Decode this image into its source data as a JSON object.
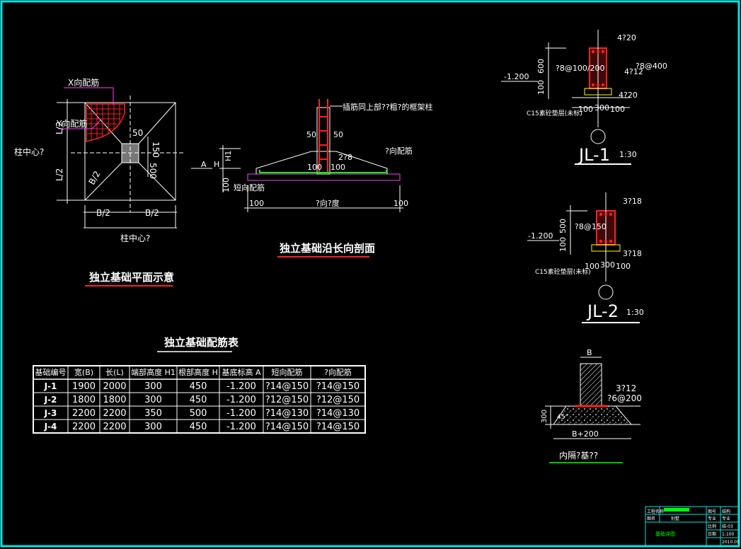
{
  "colors": {
    "frame": "#00e5e5",
    "line": "#ffffff",
    "rebar": "#ff2020",
    "magenta": "#ff40ff",
    "green": "#00ff00",
    "yellow": "#ffff00"
  },
  "plan": {
    "x_label": "X向配筋",
    "y_label": "Y向配筋",
    "col_center_left": "柱中心?",
    "col_center_bottom": "柱中心?",
    "half_l": "L/2",
    "half_b": "B/2",
    "dim_50": "50",
    "dim_150": "150",
    "dim_500": "500",
    "title": "独立基础平面示意"
  },
  "section": {
    "note": "插筋同上部??粗?的框架柱",
    "y_rebar": "?向配筋",
    "short_rebar": "短向配筋",
    "dim_50a": "50",
    "dim_50b": "50",
    "stir": "2?8",
    "dim_100a": "100",
    "dim_100b": "100",
    "dim_100c": "100",
    "dim_100d": "100",
    "dim_100e": "100",
    "label_a": "A",
    "label_h": "H",
    "label_h1": "H1",
    "width_label": "?向?度",
    "title": "独立基础沿长向剖面"
  },
  "table": {
    "title": "独立基础配筋表",
    "headers": [
      "基础编号",
      "宽(B)",
      "长(L)",
      "端部高度 H1",
      "根部高度 H",
      "基底标高 A",
      "短向配筋",
      "?向配筋"
    ],
    "rows": [
      [
        "J-1",
        "1900",
        "2000",
        "300",
        "450",
        "-1.200",
        "?14@150",
        "?14@150"
      ],
      [
        "J-2",
        "1800",
        "1800",
        "300",
        "450",
        "-1.200",
        "?12@150",
        "?12@150"
      ],
      [
        "J-3",
        "2200",
        "2200",
        "350",
        "500",
        "-1.200",
        "?14@130",
        "?14@130"
      ],
      [
        "J-4",
        "2200",
        "2200",
        "300",
        "450",
        "-1.200",
        "?14@150",
        "?14@150"
      ]
    ]
  },
  "jl1": {
    "top_bars": "4?20",
    "side": "?8@100/200",
    "waist": "?8@400",
    "waist2": "4?12",
    "bottom_bars": "4?20",
    "elev": "-1.200",
    "h600": "600",
    "h100": "100",
    "base": "C15素砼垫层(未标)",
    "d1": "100",
    "d2": "300",
    "d3": "100",
    "title": "JL-1",
    "scale": "1:30"
  },
  "jl2": {
    "top_bars": "3?18",
    "side": "?8@150",
    "bottom_bars": "3?18",
    "elev": "-1.200",
    "h500": "500",
    "h100": "100",
    "base": "C15素砼垫层(未标)",
    "d1": "100",
    "d2": "300",
    "d3": "100",
    "title": "JL-2",
    "scale": "1:30"
  },
  "wall": {
    "b": "B",
    "bars": "3?12",
    "dist": "?6@200",
    "h300": "300",
    "h45": "45°",
    "width": "B+200",
    "title": "内隔?基??"
  },
  "titleblock": {
    "r1c1": "工程名称",
    "r1c3": "图号",
    "r1c4": "结构",
    "r2c1": "图名",
    "r2c2": "别墅",
    "r2c3": "专业",
    "r2c4": "专业",
    "r3c1": "基础详图",
    "r3c3": "比例",
    "r3c4": "结-03",
    "r4c3": "日期",
    "r4c4": "1:100",
    "r5c4": "2010.05"
  }
}
